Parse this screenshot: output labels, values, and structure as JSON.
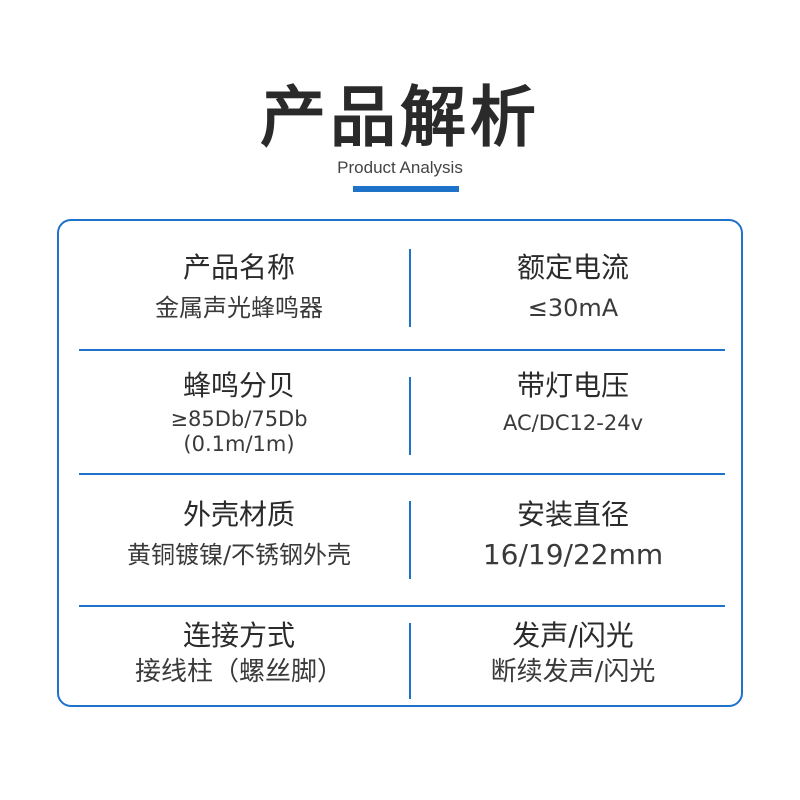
{
  "header": {
    "title": "产品解析",
    "subtitle": "Product Analysis"
  },
  "colors": {
    "accent": "#1e73c8",
    "text": "#333333"
  },
  "specs": [
    {
      "label": "产品名称",
      "value": "金属声光蜂鸣器"
    },
    {
      "label": "额定电流",
      "value": "≤30mA"
    },
    {
      "label": "蜂鸣分贝",
      "value": "≥85Db/75Db\n(0.1m/1m)"
    },
    {
      "label": "带灯电压",
      "value": "AC/DC12-24v"
    },
    {
      "label": "外壳材质",
      "value": "黄铜镀镍/不锈钢外壳"
    },
    {
      "label": "安装直径",
      "value": "16/19/22mm"
    },
    {
      "label": "连接方式",
      "value": "接线柱（螺丝脚）"
    },
    {
      "label": "发声/闪光",
      "value": "断续发声/闪光"
    }
  ]
}
